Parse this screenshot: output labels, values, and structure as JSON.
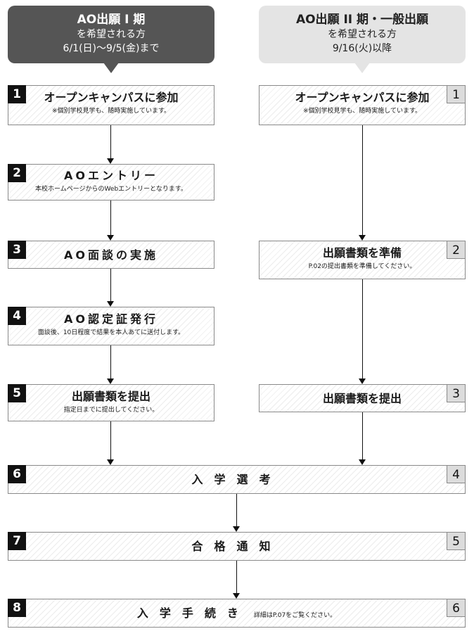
{
  "header_a": {
    "title": "AO出願 I 期",
    "subtitle": "を希望される方",
    "period": "6/1(日)〜9/5(金)まで"
  },
  "header_b": {
    "title": "AO出願 II 期・一般出願",
    "subtitle": "を希望される方",
    "period": "9/16(火)以降"
  },
  "left_steps": [
    {
      "num": "1",
      "title": "オープンキャンパスに参加",
      "note": "※個別学校見学も、随時実施しています。"
    },
    {
      "num": "2",
      "title": "AOエントリー",
      "note": "本校ホームページからのWebエントリーとなります。"
    },
    {
      "num": "3",
      "title": "AO面談の実施",
      "note": ""
    },
    {
      "num": "4",
      "title": "AO認定証発行",
      "note": "面談後、10日程度で結果を本人あてに送付します。"
    },
    {
      "num": "5",
      "title": "出願書類を提出",
      "note": "指定日までに提出してください。"
    }
  ],
  "right_steps": [
    {
      "num": "1",
      "title": "オープンキャンパスに参加",
      "note": "※個別学校見学も、随時実施しています。"
    },
    {
      "num": "2",
      "title": "出願書類を準備",
      "note": "P.02の提出書類を準備してください。"
    },
    {
      "num": "3",
      "title": "出願書類を提出",
      "note": ""
    }
  ],
  "common_steps": [
    {
      "num_left": "6",
      "num_right": "4",
      "title": "入学選考",
      "note": ""
    },
    {
      "num_left": "7",
      "num_right": "5",
      "title": "合格通知",
      "note": ""
    },
    {
      "num_left": "8",
      "num_right": "6",
      "title": "入学手続き",
      "note": "詳細はP.07をご覧ください。"
    }
  ]
}
